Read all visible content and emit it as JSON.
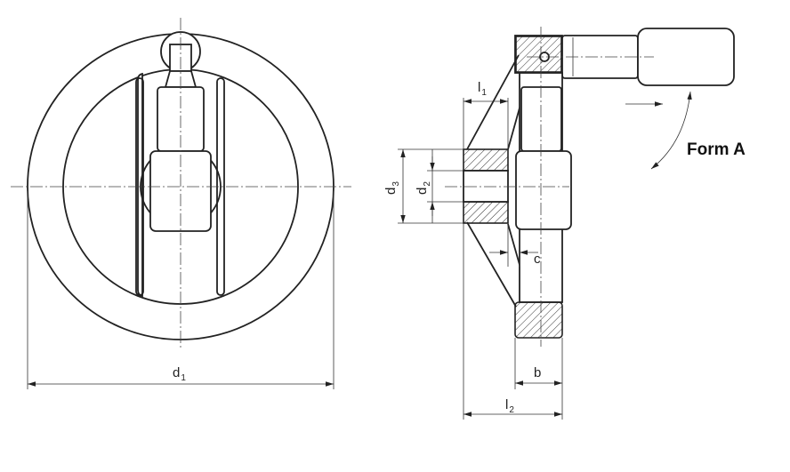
{
  "form_label": "Form A",
  "dimensions": {
    "d1": {
      "main": "d",
      "sub": "1"
    },
    "d2": {
      "main": "d",
      "sub": "2"
    },
    "d3": {
      "main": "d",
      "sub": "3"
    },
    "l1": {
      "main": "l",
      "sub": "1"
    },
    "l2": {
      "main": "l",
      "sub": "2"
    },
    "b": {
      "main": "b"
    },
    "c": {
      "main": "c"
    }
  },
  "colors": {
    "line": "#222222",
    "background": "#ffffff"
  }
}
